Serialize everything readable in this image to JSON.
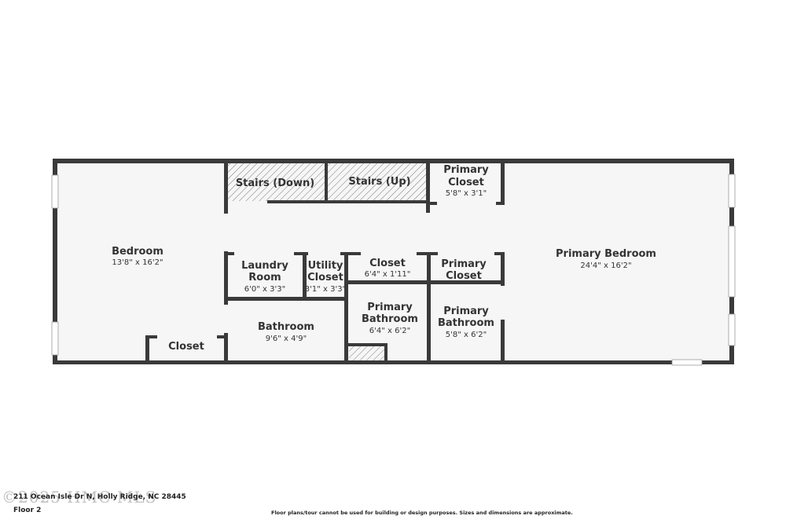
{
  "colors": {
    "wall": "#3a3a3a",
    "floor": "#f6f6f6",
    "window": "#ffffff"
  },
  "rooms": [
    {
      "name": "Bedroom",
      "dims": "13'8\" x 16'2\""
    },
    {
      "name": "Stairs (Down)",
      "dims": ""
    },
    {
      "name": "Stairs (Up)",
      "dims": ""
    },
    {
      "name_lines": [
        "Primary",
        "Closet"
      ],
      "dims": "5'8\" x 3'1\""
    },
    {
      "name": "Primary Bedroom",
      "dims": "24'4\" x 16'2\""
    },
    {
      "name_lines": [
        "Laundry",
        "Room"
      ],
      "dims": "6'0\" x 3'3\""
    },
    {
      "name_lines": [
        "Utility",
        "Closet"
      ],
      "dims": "3'1\" x 3'3\""
    },
    {
      "name": "Closet",
      "dims": "6'4\" x 1'11\""
    },
    {
      "name_lines": [
        "Primary",
        "Closet"
      ],
      "dims": ""
    },
    {
      "name_lines": [
        "Primary",
        "Bathroom"
      ],
      "dims": "6'4\" x 6'2\""
    },
    {
      "name_lines": [
        "Primary",
        "Bathroom"
      ],
      "dims": "5'8\" x 6'2\""
    },
    {
      "name": "Bathroom",
      "dims": "9'6\" x 4'9\""
    },
    {
      "name": "Closet",
      "dims": ""
    }
  ],
  "footer": {
    "address": "211 Ocean Isle Dr N, Holly Ridge, NC 28445",
    "floor": "Floor 2",
    "disclaimer": "Floor plans/tour cannot be used for building or design purposes. Sizes and dimensions are approximate.",
    "watermark": "©2025 HMC MLS"
  }
}
